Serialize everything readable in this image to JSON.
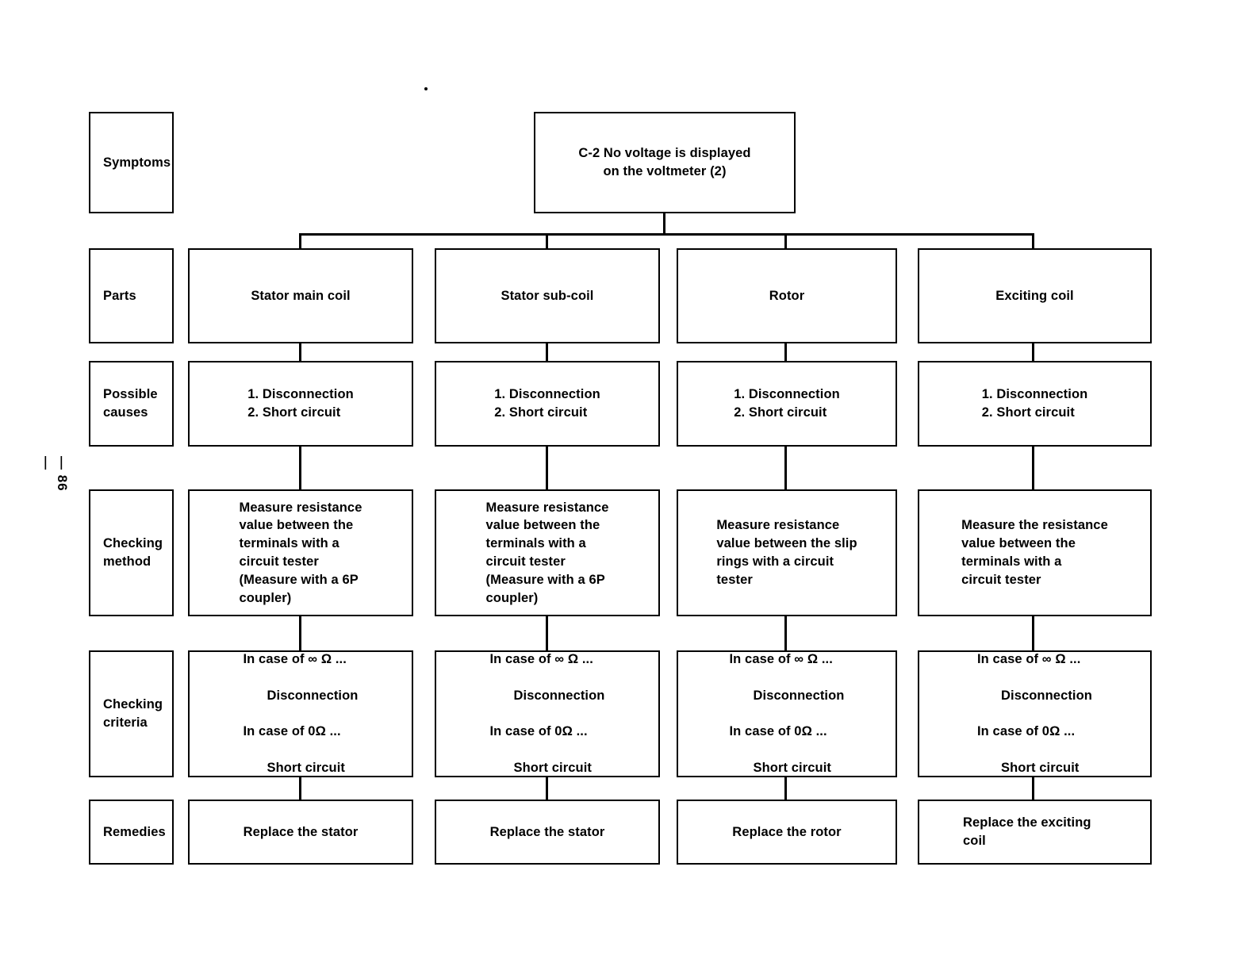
{
  "page": {
    "number_label": "— 86 —"
  },
  "row_labels": [
    {
      "key": "symptoms",
      "label": "Symptoms"
    },
    {
      "key": "parts",
      "label": "Parts"
    },
    {
      "key": "possible_causes",
      "label": "Possible\ncauses"
    },
    {
      "key": "checking_method",
      "label": "Checking\nmethod"
    },
    {
      "key": "checking_criteria",
      "label": "Checking\ncriteria"
    },
    {
      "key": "remedies",
      "label": "Remedies"
    }
  ],
  "symptom": {
    "code": "C-2",
    "text": "C-2  No voltage is displayed\non the voltmeter (2)"
  },
  "columns": [
    {
      "part": "Stator main coil",
      "possible_causes": "1. Disconnection\n2. Short circuit",
      "checking_method": "Measure resistance\nvalue between the\nterminals with a\ncircuit tester\n(Measure with a 6P\ncoupler)",
      "criteria": {
        "line1": "In case of  ∞ Ω ...",
        "line2": "Disconnection",
        "line3": "In case of 0Ω ...",
        "line4": "Short circuit"
      },
      "remedy": "Replace the stator"
    },
    {
      "part": "Stator sub-coil",
      "possible_causes": "1. Disconnection\n2. Short circuit",
      "checking_method": "Measure resistance\nvalue between the\nterminals with a\ncircuit tester\n(Measure with a 6P\ncoupler)",
      "criteria": {
        "line1": "In case of  ∞ Ω ...",
        "line2": "Disconnection",
        "line3": "In case of 0Ω ...",
        "line4": "Short circuit"
      },
      "remedy": "Replace the stator"
    },
    {
      "part": "Rotor",
      "possible_causes": "1. Disconnection\n2. Short circuit",
      "checking_method": "Measure resistance\nvalue between the slip\nrings with a circuit\ntester",
      "criteria": {
        "line1": "In case of  ∞ Ω ...",
        "line2": "Disconnection",
        "line3": "In case of 0Ω ...",
        "line4": "Short circuit"
      },
      "remedy": "Replace the rotor"
    },
    {
      "part": "Exciting coil",
      "possible_causes": "1. Disconnection\n2. Short circuit",
      "checking_method": "Measure the resistance\nvalue between the\nterminals with a\ncircuit tester",
      "criteria": {
        "line1": "In case of  ∞ Ω ...",
        "line2": "Disconnection",
        "line3": "In case of 0Ω ...",
        "line4": "Short circuit"
      },
      "remedy": "Replace the exciting\ncoil"
    }
  ],
  "colors": {
    "ink": "#000000",
    "paper": "#ffffff"
  }
}
